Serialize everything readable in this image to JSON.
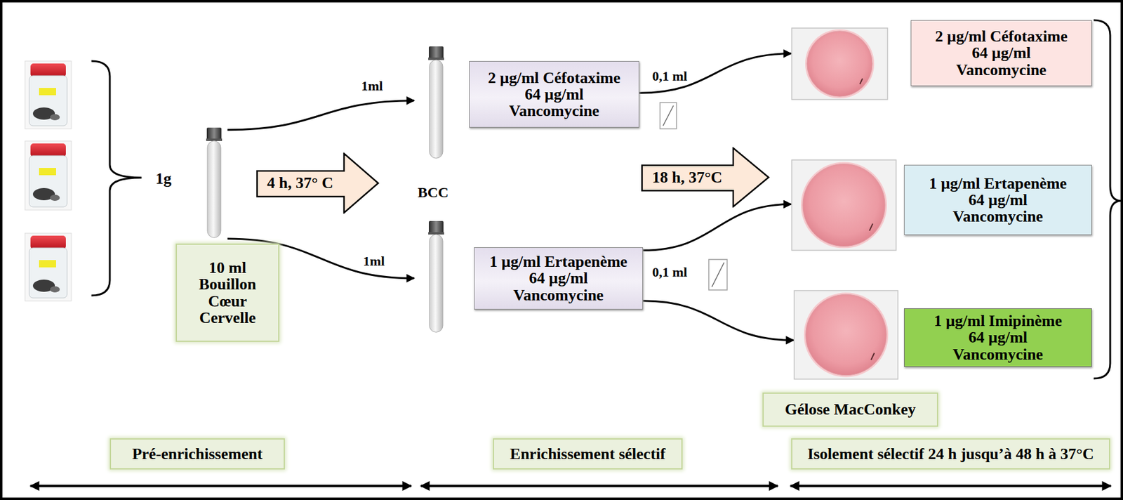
{
  "diagram": {
    "nodes": [
      {
        "text": [
          "10 ml Bouillon Cœur Cervelle"
        ]
      },
      {
        "text": [
          "4 h, 37° C"
        ]
      },
      {
        "text": [
          "2 µg/ml Céfotaxime 64 µg/ml Vancomycine"
        ]
      },
      {
        "text": [
          "1 µg/ml Ertapenème 64 µg/ml Vancomycine"
        ]
      },
      {
        "text": [
          "18 h, 37°C"
        ]
      },
      {
        "text": [
          "2 µg/ml Céfotaxime 64 µg/ml Vancomycine"
        ]
      },
      {
        "text": [
          "1 µg/ml Ertapenème 64 µg/ml Vancomycine"
        ]
      },
      {
        "text": [
          "1 µg/ml Imipinème 64 µg/ml Vancomycine"
        ]
      },
      {
        "text": [
          "Gélose MacConkey"
        ]
      },
      {
        "text": [
          "Pré-enrichissement"
        ]
      },
      {
        "text": [
          "Enrichissement sélectif"
        ]
      },
      {
        "text": [
          "Isolement sélectif 24 h jusqu’à 48 h à 37°C"
        ]
      }
    ],
    "edges": [
      {
        "from": 0,
        "to": 2,
        "label": "1ml",
        "arrow": "to"
      },
      {
        "from": 0,
        "to": 3,
        "label": "1ml",
        "arrow": "to"
      },
      {
        "from": 2,
        "to": 5,
        "label": "0,1 ml",
        "arrow": "to"
      },
      {
        "from": 3,
        "to": 6,
        "label": "0,1 ml",
        "arrow": "to"
      },
      {
        "from": 3,
        "to": 7,
        "arrow": "to"
      }
    ],
    "labels": [
      "1g",
      "BCC"
    ]
  }
}
